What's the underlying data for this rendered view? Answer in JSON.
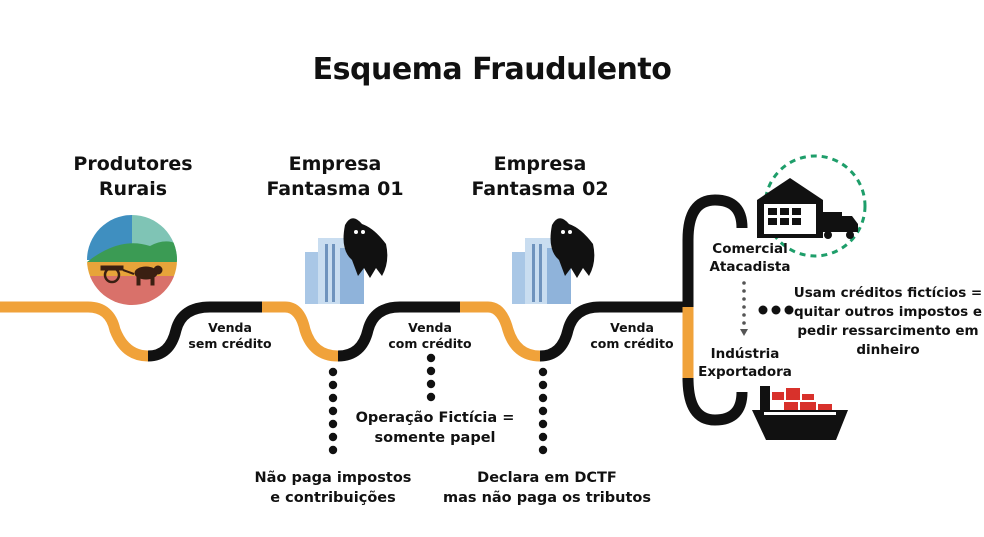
{
  "title": "Esquema Fraudulento",
  "nodes": {
    "produtores": [
      "Produtores",
      "Rurais"
    ],
    "fantasma01": [
      "Empresa",
      "Fantasma 01"
    ],
    "fantasma02": [
      "Empresa",
      "Fantasma 02"
    ],
    "comercial": [
      "Comercial",
      "Atacadista"
    ],
    "industria": [
      "Indústria",
      "Exportadora"
    ]
  },
  "edges": {
    "venda1": [
      "Venda",
      "sem crédito"
    ],
    "venda2": [
      "Venda",
      "com crédito"
    ],
    "venda3": [
      "Venda",
      "com crédito"
    ]
  },
  "notes": {
    "nao_paga": [
      "Não paga impostos",
      "e contribuições"
    ],
    "operacao": [
      "Operação Fictícia =",
      "somente papel"
    ],
    "declara": [
      "Declara em DCTF",
      "mas não paga os tributos"
    ],
    "creditos": [
      "Usam créditos fictícios =",
      "quitar outros impostos e",
      "pedir ressarcimento em",
      "dinheiro"
    ]
  },
  "colors": {
    "orange": "#f0a23a",
    "black": "#111111",
    "green": "#1e9e6a",
    "red": "#d8312b",
    "building": "#a9c7e6"
  }
}
